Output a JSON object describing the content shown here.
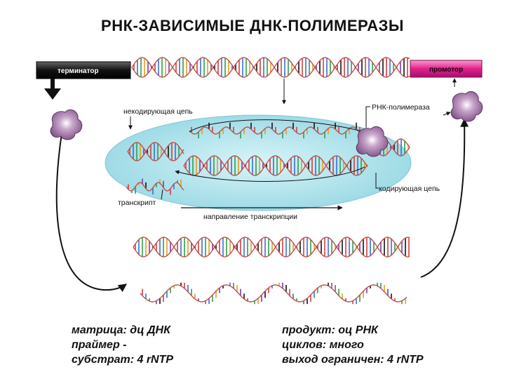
{
  "title": "РНК-ЗАВИСИМЫЕ ДНК-ПОЛИМЕРАЗЫ",
  "labels": {
    "terminator": "терминатор",
    "promoter": "промотор",
    "noncoding_strand": "некодирующая цепь",
    "rna_polymerase": "РНК-полимераза",
    "coding_strand": "кодирующая цепь",
    "transcript": "транскрипт",
    "direction": "направление транскрипции"
  },
  "notes_left": [
    "матрица: дц ДНК",
    "праймер  -",
    "субстрат: 4 rNTP"
  ],
  "notes_right": [
    " продукт: оц РНК",
    "циклов: много",
    "выход ограничен: 4 rNTP"
  ],
  "colors": {
    "terminator_bar": "#111111",
    "promoter_bar": "#e0208c",
    "bubble": "#bfe9f0",
    "enzyme": "#9b6b9e",
    "strand": "#c0504d"
  },
  "icons": [
    "down-arrow-icon",
    "enzyme-blob-icon"
  ]
}
